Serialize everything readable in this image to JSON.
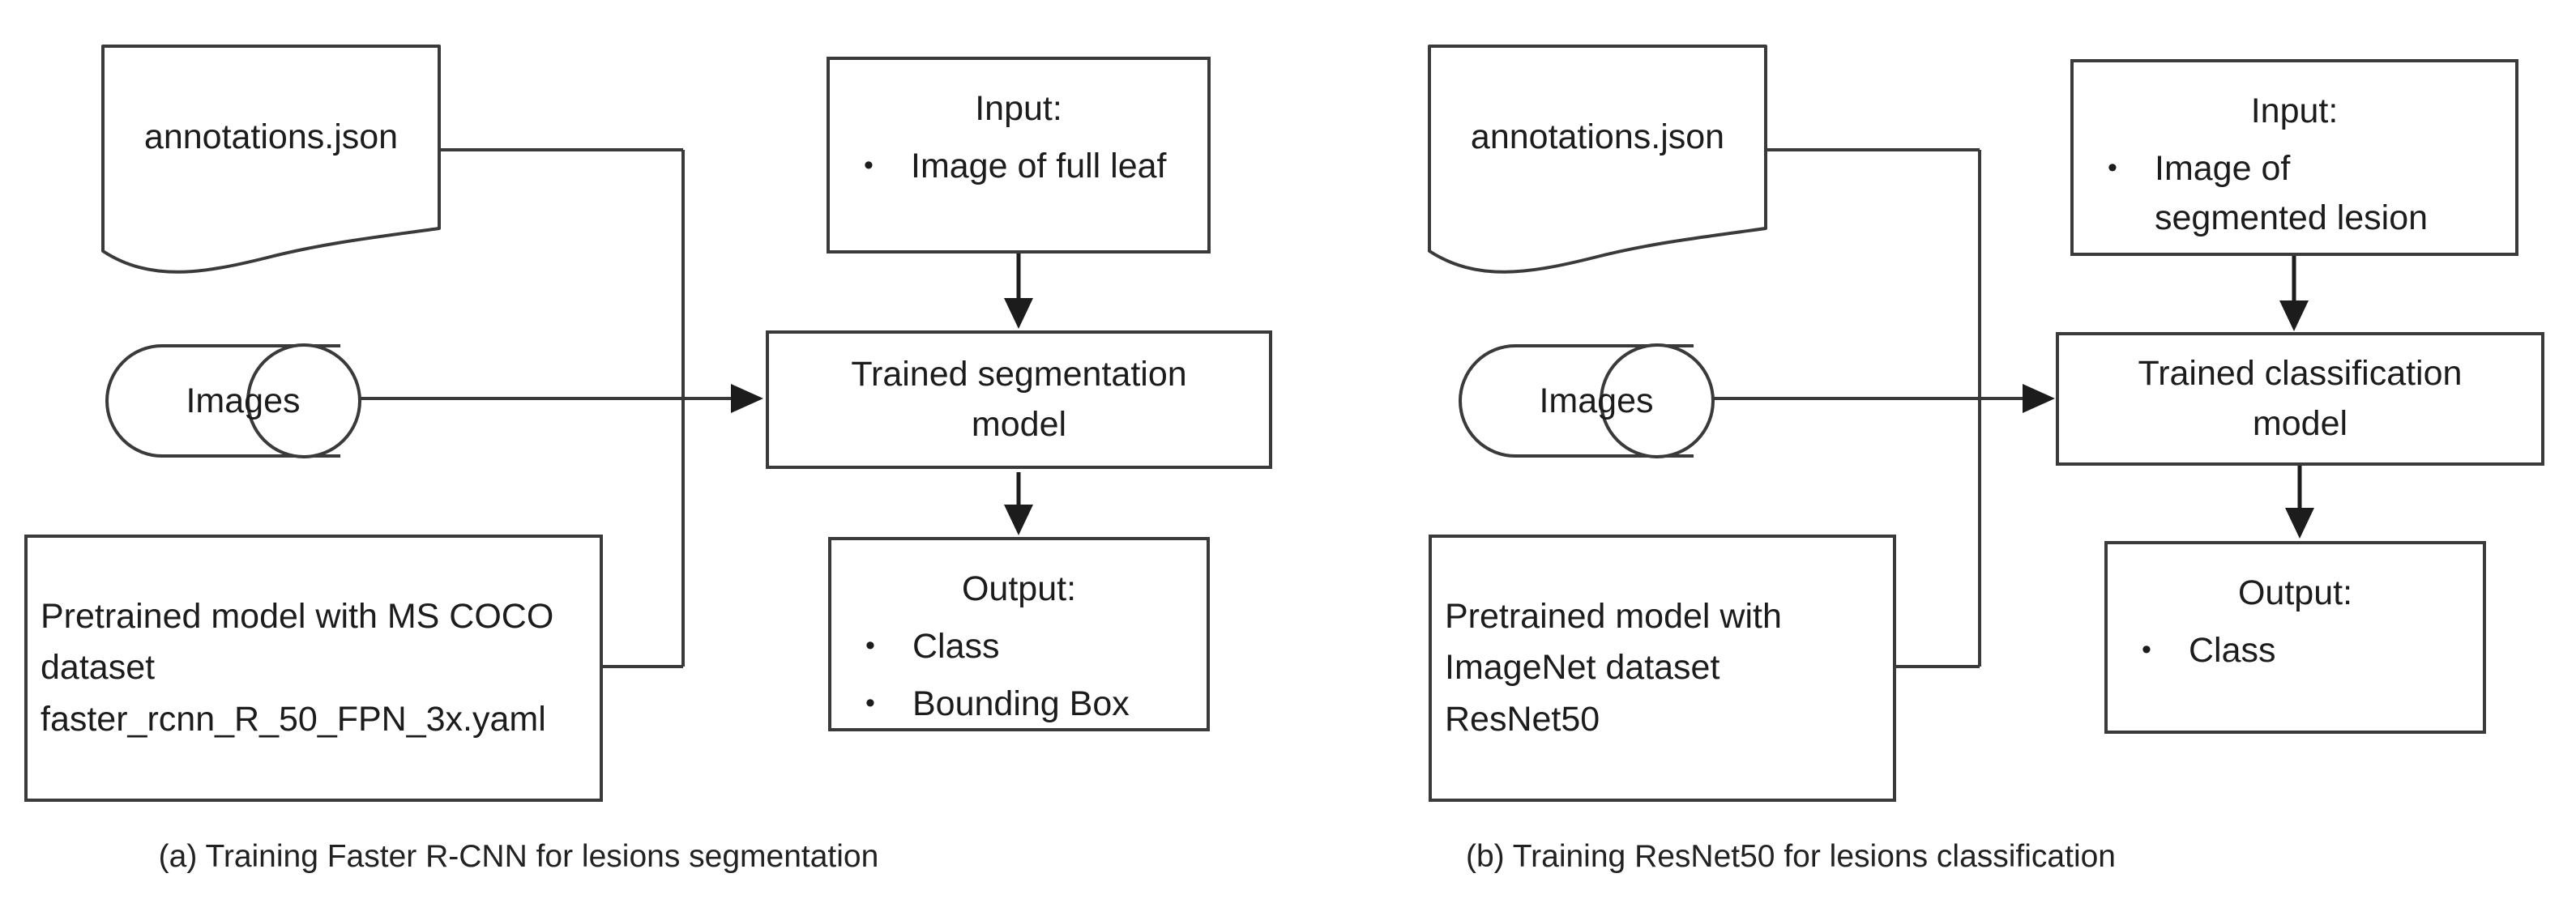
{
  "colors": {
    "stroke": "#3a3a3a",
    "text": "#1c1c1c",
    "background": "#ffffff"
  },
  "figure": {
    "panels": [
      {
        "id": "a",
        "caption": "(a) Training Faster R-CNN for lesions segmentation",
        "nodes": {
          "annotations_label": "annotations.json",
          "images_label": "Images",
          "pretrained_label": "Pretrained model with MS COCO\ndataset\nfaster_rcnn_R_50_FPN_3x.yaml",
          "input_title": "Input:",
          "input_items": [
            "Image of full leaf"
          ],
          "model_label": "Trained segmentation\nmodel",
          "output_title": "Output:",
          "output_items": [
            "Class",
            "Bounding Box"
          ]
        }
      },
      {
        "id": "b",
        "caption": "(b) Training ResNet50 for lesions classification",
        "nodes": {
          "annotations_label": "annotations.json",
          "images_label": "Images",
          "pretrained_label": "Pretrained model with\nImageNet dataset\nResNet50",
          "input_title": "Input:",
          "input_items": [
            "Image of segmented lesion"
          ],
          "model_label": "Trained classification\nmodel",
          "output_title": "Output:",
          "output_items": [
            "Class"
          ]
        }
      }
    ]
  }
}
